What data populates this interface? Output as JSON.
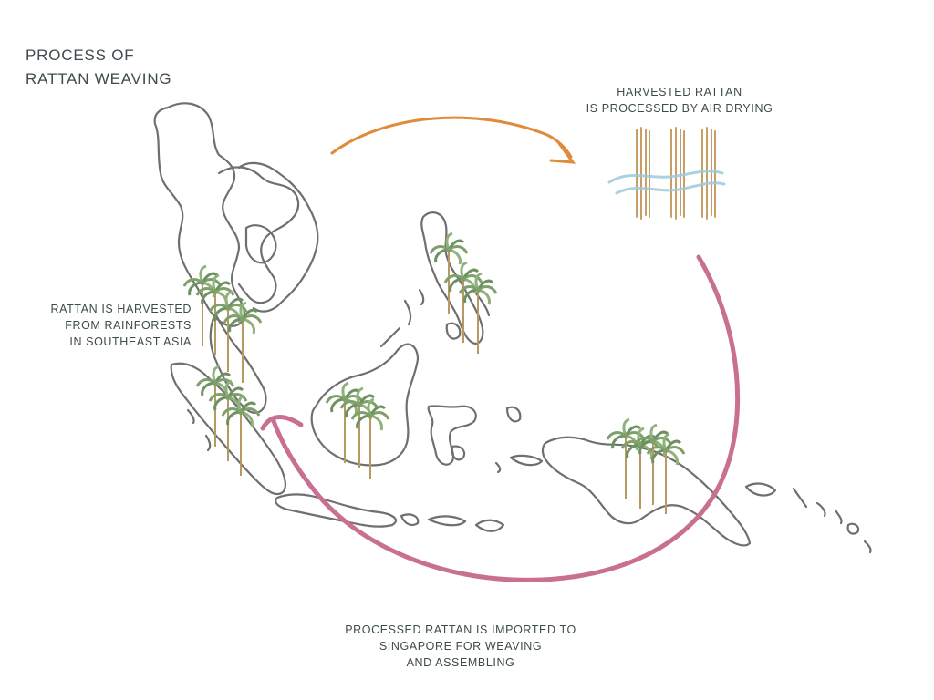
{
  "title": {
    "line1": "PROCESS OF",
    "line2": "RATTAN WEAVING"
  },
  "steps": {
    "drying": {
      "line1": "HARVESTED RATTAN",
      "line2": "IS PROCESSED BY AIR DRYING"
    },
    "harvest": {
      "line1": "RATTAN IS HARVESTED",
      "line2": "FROM RAINFORESTS",
      "line3": "IN SOUTHEAST ASIA"
    },
    "import": {
      "line1": "PROCESSED RATTAN IS IMPORTED TO",
      "line2": "SINGAPORE FOR WEAVING",
      "line3": "AND ASSEMBLING"
    }
  },
  "colors": {
    "coastline": "#6f6f6f",
    "arrow_top": "#e08a3c",
    "arrow_loop": "#c86f92",
    "rattan_cane": "#c99d66",
    "air_wave": "#9ccbdb",
    "palm_leaf": "#7fa06a",
    "palm_trunk": "#b79a63",
    "text": "#3e4a4d"
  },
  "icons": [
    "palm-tree-cluster-icon",
    "rattan-cane-icon",
    "air-wave-icon",
    "orange-arrow-icon",
    "pink-loop-arrow-icon"
  ]
}
